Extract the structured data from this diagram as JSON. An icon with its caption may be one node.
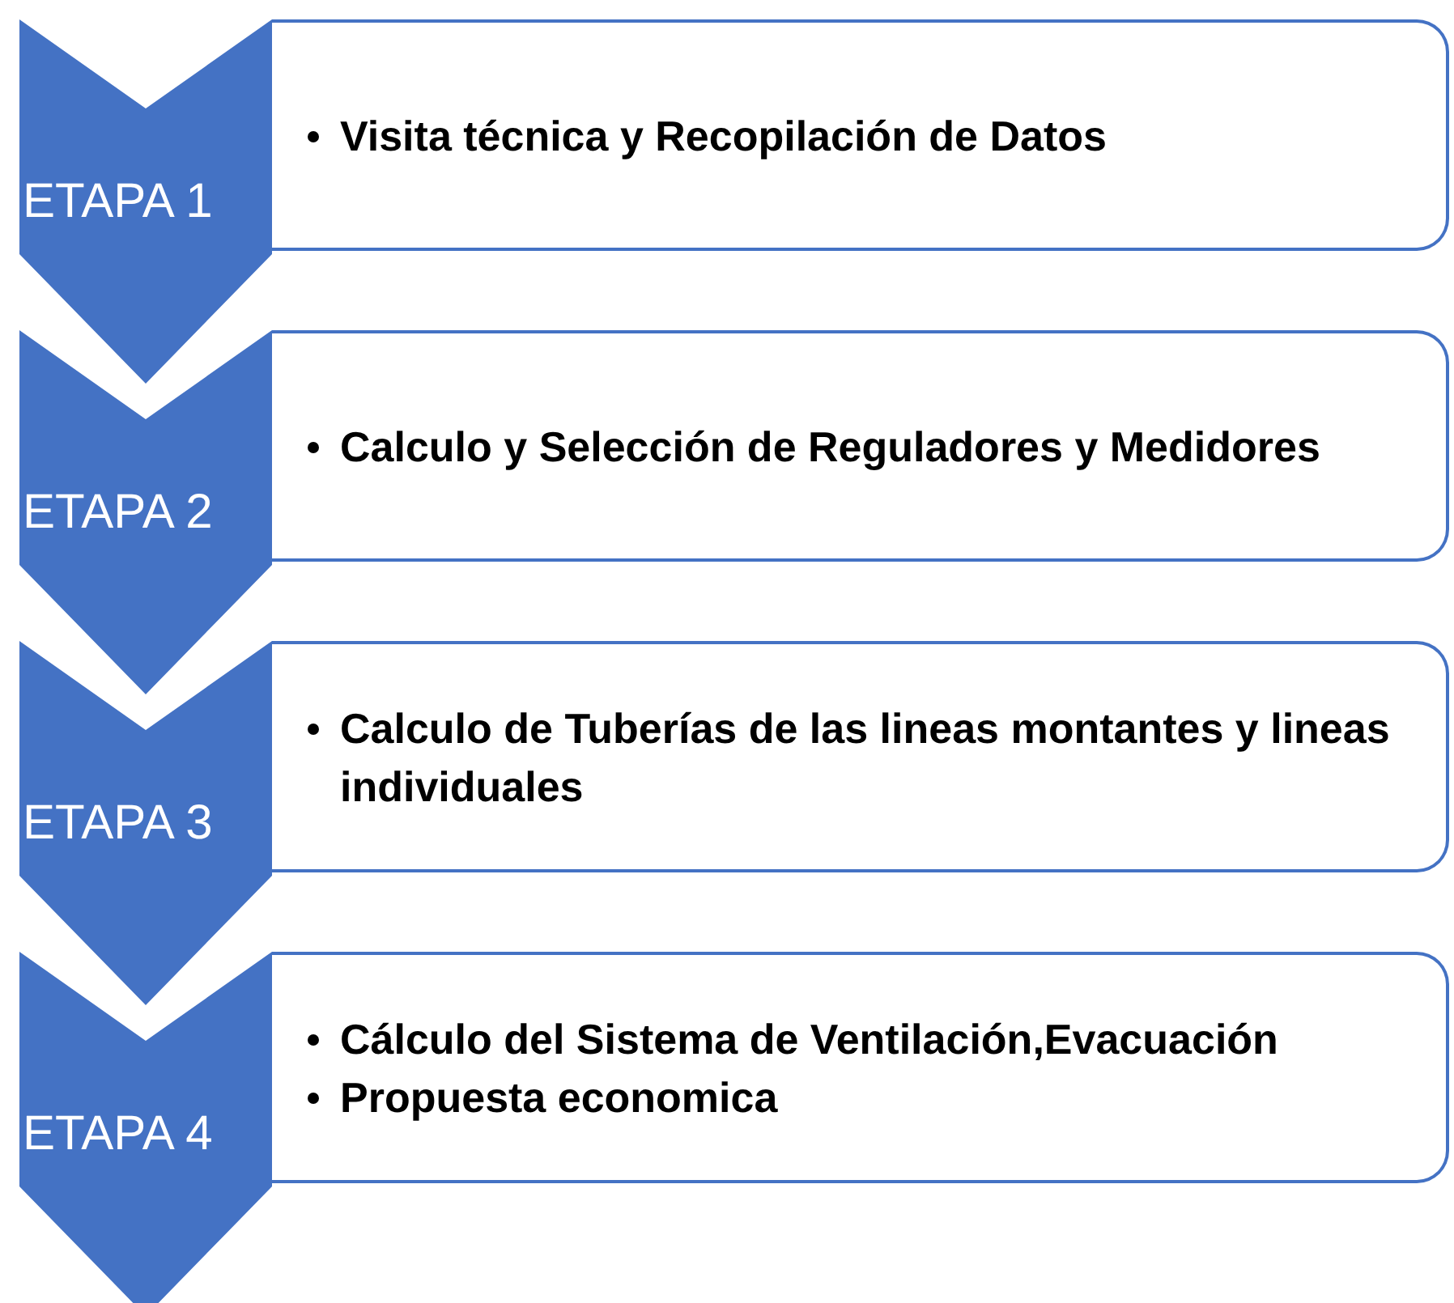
{
  "diagram": {
    "nodes": [
      {
        "text": [
          "ETAPA 1"
        ]
      },
      {
        "text": [
          "Visita técnica y Recopilación de Datos"
        ]
      },
      {
        "text": [
          "ETAPA 2"
        ]
      },
      {
        "text": [
          "Calculo y Selección de Reguladores y Medidores"
        ]
      },
      {
        "text": [
          "ETAPA 3"
        ]
      },
      {
        "text": [
          "Calculo de Tuberías de las lineas montantes y lineas individuales"
        ]
      },
      {
        "text": [
          "ETAPA 4"
        ]
      },
      {
        "text": [
          "Cálculo del Sistema de Ventilación,Evacuación",
          "Propuesta economica"
        ]
      }
    ]
  }
}
